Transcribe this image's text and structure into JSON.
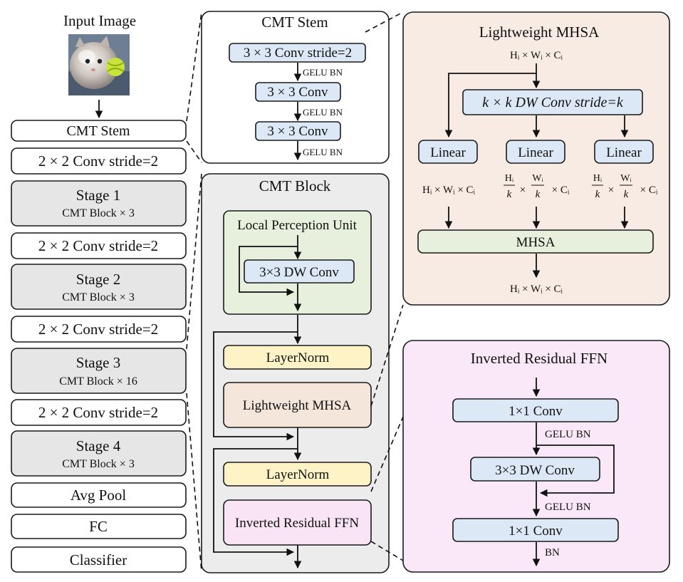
{
  "left_column": {
    "input_title": "Input Image",
    "cmt_stem": "CMT Stem",
    "downsample": [
      "2 × 2 Conv stride=2",
      "2 × 2 Conv stride=2",
      "2 × 2 Conv stride=2",
      "2 × 2 Conv stride=2"
    ],
    "stages": [
      {
        "title": "Stage 1",
        "sub": "CMT Block × 3"
      },
      {
        "title": "Stage 2",
        "sub": "CMT Block × 3"
      },
      {
        "title": "Stage 3",
        "sub": "CMT Block × 16"
      },
      {
        "title": "Stage 4",
        "sub": "CMT Block × 3"
      }
    ],
    "avg_pool": "Avg Pool",
    "fc": "FC",
    "classifier": "Classifier"
  },
  "stem_panel": {
    "title": "CMT Stem",
    "convs": [
      "3 × 3 Conv stride=2",
      "3 × 3 Conv",
      "3 × 3 Conv"
    ],
    "act": "GELU BN"
  },
  "block_panel": {
    "title": "CMT Block",
    "lpu_title": "Local Perception Unit",
    "dw_conv": "3×3 DW Conv",
    "layernorm": "LayerNorm",
    "mhsa": "Lightweight MHSA",
    "ffn": "Inverted Residual FFN"
  },
  "mhsa_panel": {
    "title": "Lightweight MHSA",
    "input_shape": "Hᵢ × Wᵢ × Cᵢ",
    "dw_conv": "k × k DW Conv stride=k",
    "linear": [
      "Linear",
      "Linear",
      "Linear"
    ],
    "shape_q": "Hᵢ × Wᵢ × Cᵢ",
    "shape_frac_h": "Hᵢ",
    "shape_frac_w": "Wᵢ",
    "shape_frac_den": "k",
    "times": "×",
    "shape_c": "× Cᵢ",
    "mhsa": "MHSA",
    "output_shape": "Hᵢ × Wᵢ × Cᵢ"
  },
  "ffn_panel": {
    "title": "Inverted Residual FFN",
    "conv1": "1×1 Conv",
    "act1": "GELU BN",
    "dw_conv": "3×3 DW Conv",
    "act2": "GELU BN",
    "conv2": "1×1 Conv",
    "act3": "BN"
  },
  "colors": {
    "blue_box": "#dce8f5",
    "gray_box": "#e6e6e6",
    "green_box": "#e6f0dc",
    "yellow_box": "#fdf3c7",
    "peach_box": "#f5e6dc",
    "pink_box": "#f9e4f5",
    "block_panel_bg": "#ececec",
    "mhsa_panel_bg": "#f8ebe3",
    "ffn_panel_bg": "#fae8f8"
  }
}
